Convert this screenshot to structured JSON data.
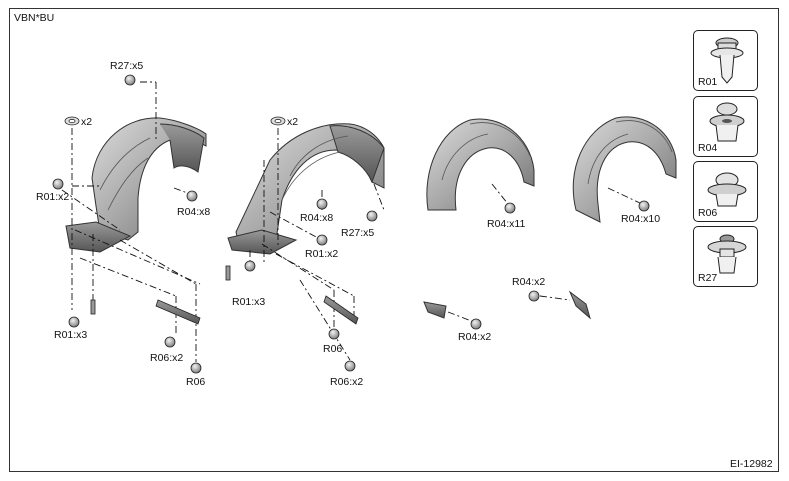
{
  "header": {
    "model_code": "VBN*BU"
  },
  "footer": {
    "figure_id": "EI-12982"
  },
  "diagram": {
    "front_lh": {
      "callouts": {
        "r27_top": "R27:x5",
        "washer": "x2",
        "r01_side": "R01:x2",
        "r04_side": "R04:x8",
        "r01_bottom": "R01:x3",
        "r06_bottom": "R06:x2",
        "r06_single": "R06"
      }
    },
    "front_rh": {
      "callouts": {
        "washer": "x2",
        "r04_mid": "R04:x8",
        "r27_side": "R27:x5",
        "r01_mid": "R01:x2",
        "r01_bottom": "R01:x3",
        "r06_single": "R06",
        "r06_bottom": "R06:x2"
      }
    },
    "rear_lh": {
      "callouts": {
        "r04_main": "R04:x11",
        "r04_small": "R04:x2"
      }
    },
    "rear_rh": {
      "callouts": {
        "r04_main": "R04:x10",
        "r04_small": "R04:x2"
      }
    }
  },
  "legend": {
    "items": [
      {
        "code": "R01",
        "icon": "push-rivet-r01-icon"
      },
      {
        "code": "R04",
        "icon": "clip-r04-icon"
      },
      {
        "code": "R06",
        "icon": "clip-r06-icon"
      },
      {
        "code": "R27",
        "icon": "clip-r27-icon"
      }
    ]
  }
}
